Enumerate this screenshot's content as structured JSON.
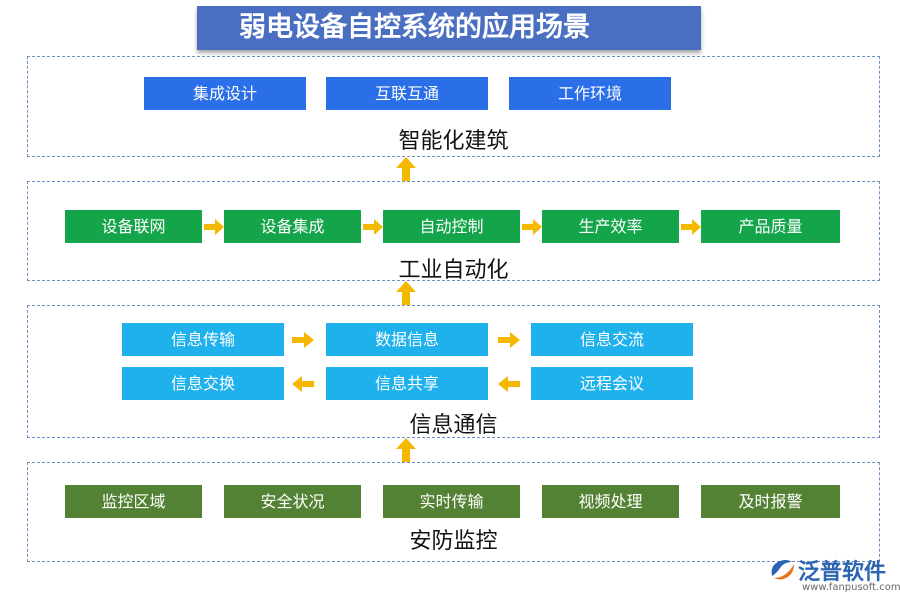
{
  "title": "弱电设备自控系统的应用场景",
  "sections": {
    "building": {
      "label": "智能化建筑",
      "items": [
        "集成设计",
        "互联互通",
        "工作环境"
      ]
    },
    "industrial": {
      "label": "工业自动化",
      "items": [
        "设备联网",
        "设备集成",
        "自动控制",
        "生产效率",
        "产品质量"
      ]
    },
    "comm": {
      "label": "信息通信",
      "row1": [
        "信息传输",
        "数据信息",
        "信息交流"
      ],
      "row2": [
        "信息交换",
        "信息共享",
        "远程会议"
      ]
    },
    "security": {
      "label": "安防监控",
      "items": [
        "监控区域",
        "安全状况",
        "实时传输",
        "视频处理",
        "及时报警"
      ]
    }
  },
  "logo": {
    "name": "泛普软件",
    "url": "www.fanpusoft.com"
  },
  "colors": {
    "banner": "#4a6fc2",
    "building_box": "#2b6fe8",
    "industrial_box": "#14a54b",
    "comm_box": "#1fb1ec",
    "security_box": "#548235",
    "arrow": "#f5b800",
    "section_border": "#6d8fc2"
  }
}
